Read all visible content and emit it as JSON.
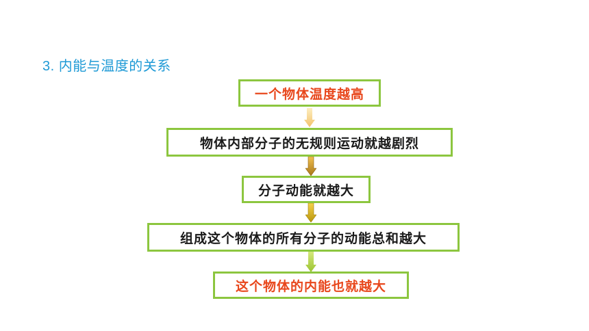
{
  "heading": "3. 内能与温度的关系",
  "colors": {
    "heading": "#1f9ad6",
    "box_border": "#8cc63f",
    "highlight_text": "#e8471c",
    "normal_text": "#1a1a1a"
  },
  "flow": {
    "steps": [
      {
        "text": "一个物体温度越高",
        "highlight": true
      },
      {
        "text": "物体内部分子的无规则运动就越剧烈",
        "highlight": false
      },
      {
        "text": "分子动能就越大",
        "highlight": false
      },
      {
        "text": "组成这个物体的所有分子的动能总和越大",
        "highlight": false
      },
      {
        "text": "这个物体的内能也就越大",
        "highlight": true
      }
    ],
    "arrows": [
      {
        "color_top": "#fdeec0",
        "color_bottom": "#f3c26b",
        "icon": "down-arrow-icon"
      },
      {
        "color_top": "#f2c14f",
        "color_bottom": "#a8761a",
        "icon": "down-arrow-icon"
      },
      {
        "color_top": "#f6d24a",
        "color_bottom": "#b8950d",
        "icon": "down-arrow-icon"
      },
      {
        "color_top": "#d4e87c",
        "color_bottom": "#9cc431",
        "icon": "down-arrow-icon"
      }
    ]
  }
}
